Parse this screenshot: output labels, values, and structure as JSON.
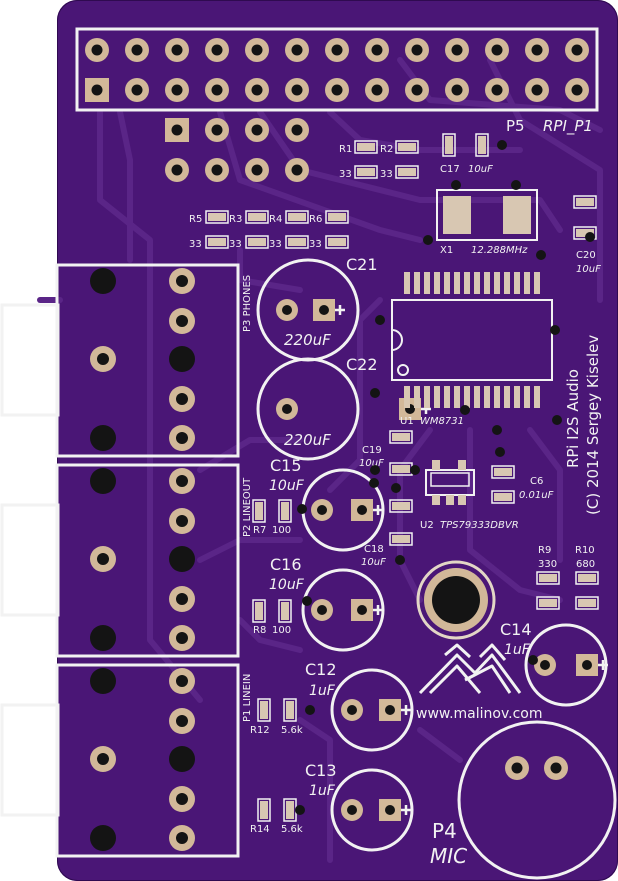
{
  "colors": {
    "board": "#4a1676",
    "board_dark": "#3e0f66",
    "trace": "#5a2587",
    "silk": "#f2f2f2",
    "pad_gold": "#d2b899",
    "pad_smd": "#d8c7b2",
    "drill": "#141414"
  },
  "header": {
    "ref": "P5",
    "name": "RPI_P1"
  },
  "connectors": {
    "p3": "P3 PHONES",
    "p2": "P2 LINEOUT",
    "p1": "P1 LINEIN",
    "p4_ref": "P4",
    "p4_name": "MIC"
  },
  "caps": {
    "c21": {
      "ref": "C21",
      "value": "220uF"
    },
    "c22": {
      "ref": "C22",
      "value": "220uF"
    },
    "c15": {
      "ref": "C15",
      "value": "10uF"
    },
    "c16": {
      "ref": "C16",
      "value": "10uF"
    },
    "c12": {
      "ref": "C12",
      "value": "1uF"
    },
    "c13": {
      "ref": "C13",
      "value": "1uF"
    },
    "c14": {
      "ref": "C14",
      "value": "1uF"
    },
    "c17": {
      "ref": "C17",
      "value": "10uF"
    },
    "c20": {
      "ref": "C20",
      "value": "10uF"
    },
    "c19": {
      "ref": "C19",
      "value": "10uF"
    },
    "c18": {
      "ref": "C18",
      "value": "10uF"
    },
    "c6": {
      "ref": "C6",
      "value": "0.01uF"
    }
  },
  "resistors": {
    "r1": {
      "ref": "R1",
      "value": "33"
    },
    "r2": {
      "ref": "R2",
      "value": "33"
    },
    "r3": {
      "ref": "R3",
      "value": "33"
    },
    "r4": {
      "ref": "R4",
      "value": "33"
    },
    "r5": {
      "ref": "R5",
      "value": "33"
    },
    "r6": {
      "ref": "R6",
      "value": "33"
    },
    "r7": {
      "ref": "R7",
      "value": "100"
    },
    "r8": {
      "ref": "R8",
      "value": "100"
    },
    "r9": {
      "ref": "R9",
      "value": "330"
    },
    "r10": {
      "ref": "R10",
      "value": "680"
    },
    "r12": {
      "ref": "R12",
      "value": "5.6k"
    },
    "r14": {
      "ref": "R14",
      "value": "5.6k"
    }
  },
  "chips": {
    "x1": {
      "ref": "X1",
      "value": "12.288MHz"
    },
    "u1": {
      "ref": "U1",
      "value": "WM8731"
    },
    "u2": {
      "ref": "U2",
      "value": "TPS79333DBVR"
    }
  },
  "branding": {
    "title": "RPi I2S Audio",
    "copyright": "(C) 2014 Sergey Kiselev",
    "url": "www.malinov.com"
  }
}
